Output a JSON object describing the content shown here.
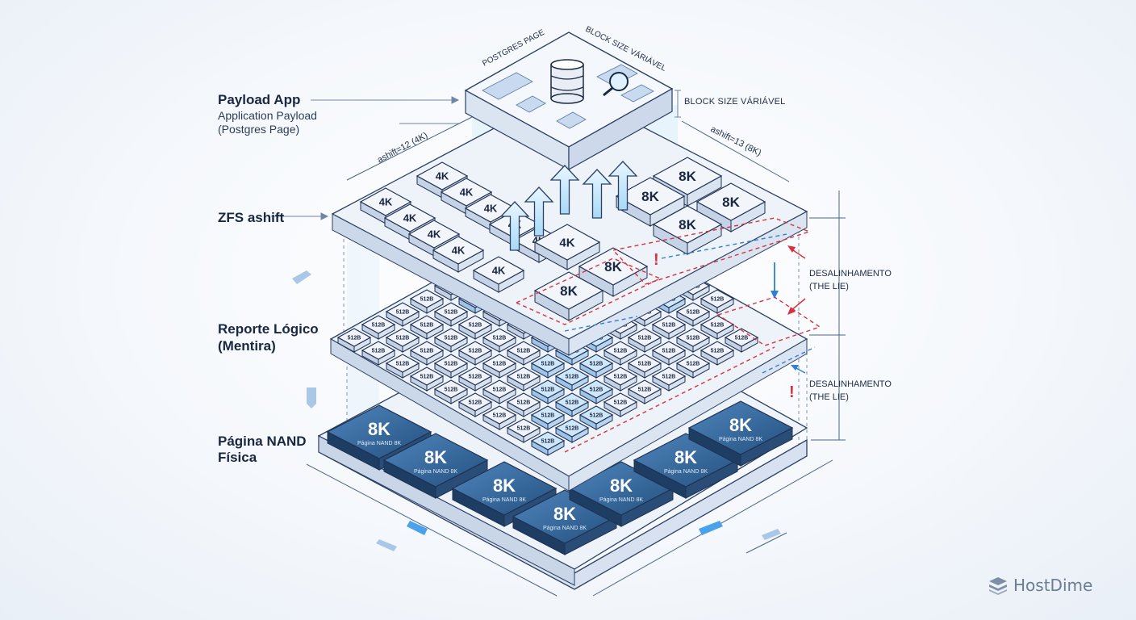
{
  "labels": {
    "payload_title": "Payload App",
    "payload_sub1": "Application Payload",
    "payload_sub2": "(Postgres Page)",
    "zfs": "ZFS ashift",
    "reporte1": "Reporte Lógico",
    "reporte2": "(Mentira)",
    "nand1": "Página NAND",
    "nand2": "Física"
  },
  "top": {
    "postgres_page": "POSTGRES PAGE",
    "block_size_tilted": "BLOCK SIZE VÁRIÁVEL",
    "block_size": "BLOCK SIZE VÁRIÁVEL"
  },
  "dimensions": {
    "ashift12": "ashift=12 (4K)",
    "ashift13": "ashift=13 (8K)"
  },
  "annotations": [
    {
      "line1": "DESALINHAMENTO",
      "line2": "(THE LIE)"
    },
    {
      "line1": "DESALINHAMENTO",
      "line2": "(THE LIE)"
    }
  ],
  "blocks": {
    "k4": "4K",
    "k8": "8K",
    "logical": "512B",
    "nand": "8K",
    "nand_sub": "Página NAND 8K"
  },
  "brand": {
    "name": "HostDime"
  },
  "colors": {
    "ink": "#1a2740",
    "line": "#2b3f63",
    "tile": "#e8eef7",
    "nand": "#2f5f93",
    "glow": "#8cc8f2",
    "alert": "#d8323c",
    "accent": "#2f7fd6"
  }
}
